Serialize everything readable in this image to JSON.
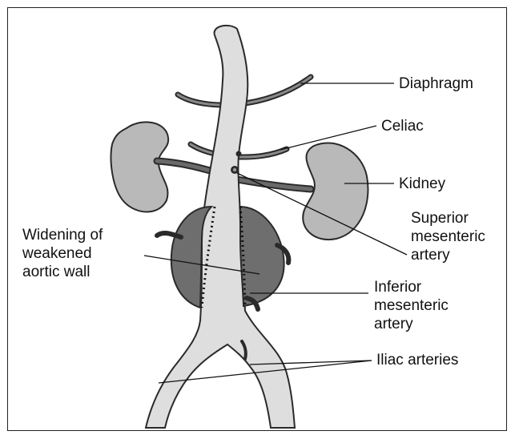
{
  "labels": {
    "diaphragm": "Diaphragm",
    "celiac": "Celiac",
    "kidney": "Kidney",
    "superior_mesenteric": "Superior\nmesenteric\nartery",
    "widening": "Widening of\nweakened\naortic wall",
    "inferior_mesenteric": "Inferior\nmesenteric\nartery",
    "iliac": "Iliac arteries"
  },
  "colors": {
    "vessel_fill": "#dedede",
    "aneurysm_fill": "#6e6e6e",
    "kidney_fill": "#b9b9b9",
    "outline": "#2a2a2a"
  }
}
